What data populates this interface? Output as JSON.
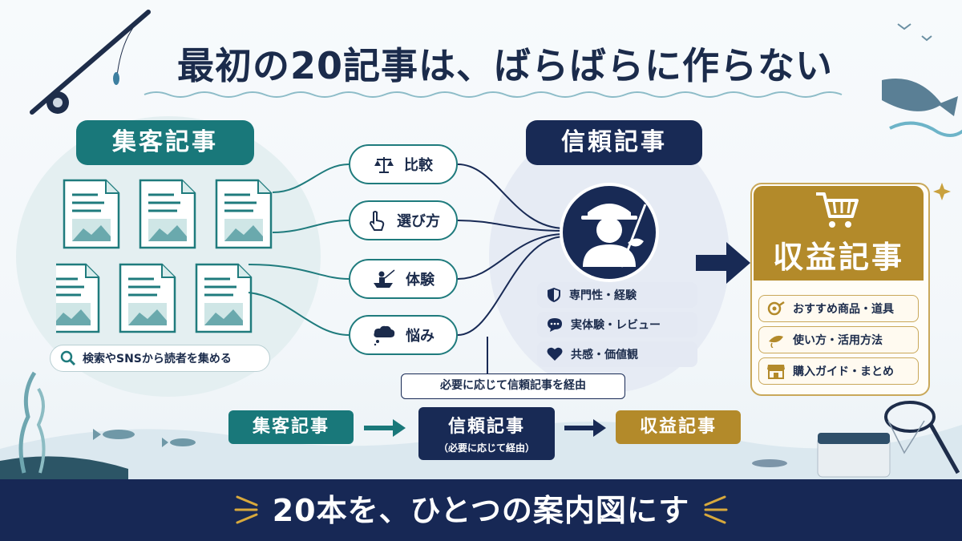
{
  "title": "最初の20記事は、ばらばらに作らない",
  "left": {
    "heading": "集客記事",
    "search_label": "検索やSNSから読者を集める"
  },
  "nodes": [
    {
      "label": "比較",
      "icon": "scale-icon"
    },
    {
      "label": "選び方",
      "icon": "pointer-hand-icon"
    },
    {
      "label": "体験",
      "icon": "fishing-boat-icon"
    },
    {
      "label": "悩み",
      "icon": "thought-cloud-icon"
    }
  ],
  "middle": {
    "heading": "信頼記事",
    "tags": [
      {
        "label": "専門性・経験",
        "icon": "shield-icon"
      },
      {
        "label": "実体験・レビュー",
        "icon": "chat-bubble-icon"
      },
      {
        "label": "共感・価値観",
        "icon": "heart-icon"
      }
    ],
    "note": "必要に応じて信頼記事を経由"
  },
  "right": {
    "heading": "収益記事",
    "items": [
      {
        "label": "おすすめ商品・道具",
        "icon": "reel-icon"
      },
      {
        "label": "使い方・活用方法",
        "icon": "lure-icon"
      },
      {
        "label": "購入ガイド・まとめ",
        "icon": "store-icon"
      }
    ]
  },
  "flow": {
    "step1": "集客記事",
    "step2": "信頼記事",
    "step2_sub": "（必要に応じて経由）",
    "step3": "収益記事"
  },
  "footer": "20本を、ひとつの案内図にする",
  "colors": {
    "teal": "#19787a",
    "navy": "#182a55",
    "gold": "#b38a2a"
  }
}
